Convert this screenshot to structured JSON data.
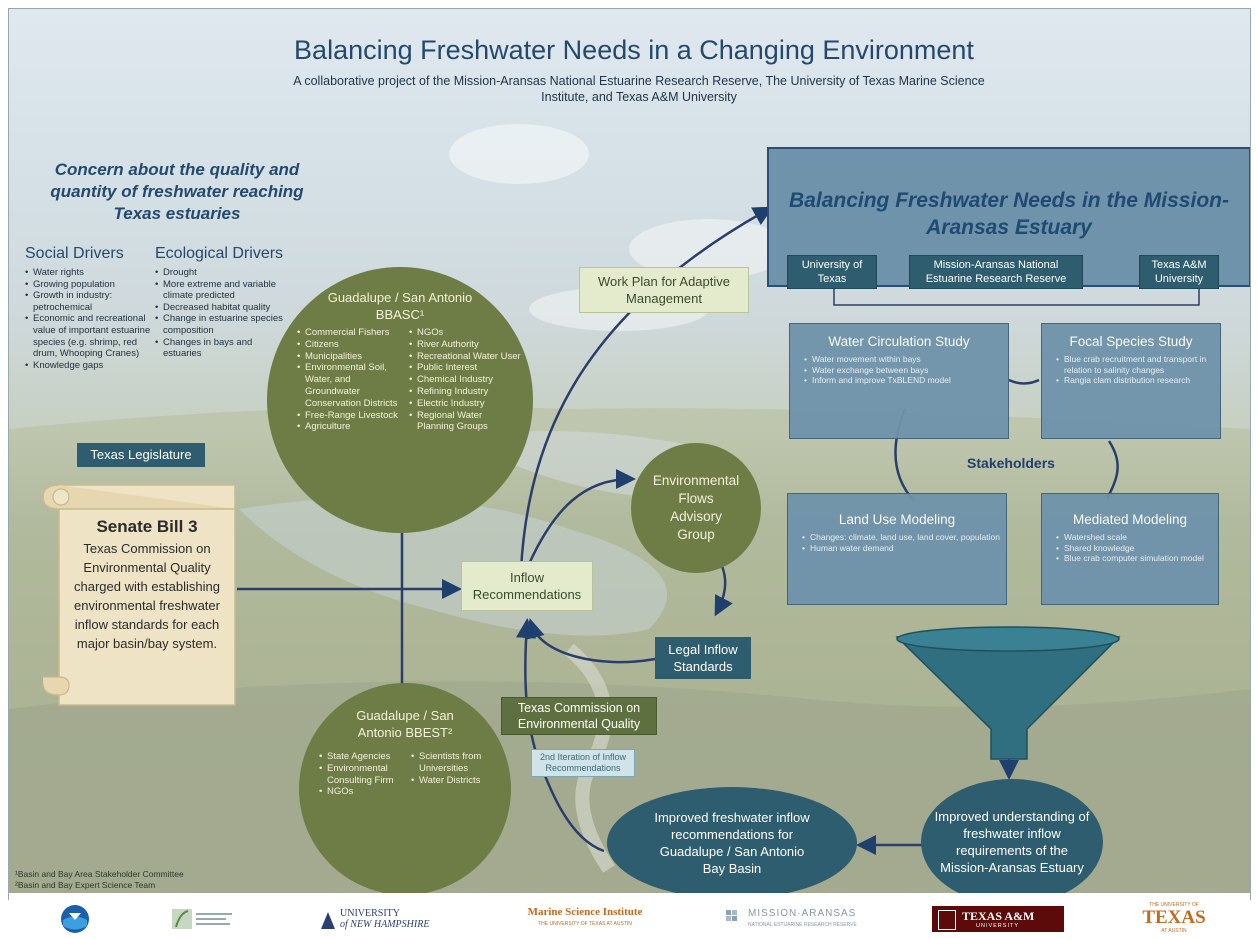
{
  "header": {
    "title": "Balancing Freshwater Needs in a Changing Environment",
    "subtitle": "A collaborative project of the Mission-Aransas National Estuarine Research Reserve, The University of Texas Marine Science Institute, and Texas A&M University"
  },
  "concern": "Concern about the quality and quantity of freshwater reaching Texas estuaries",
  "drivers": {
    "social": {
      "heading": "Social Drivers",
      "items": [
        "Water rights",
        "Growing population",
        "Growth in industry: petrochemical",
        "Economic and recreational value of important estuarine species (e.g. shrimp, red drum, Whooping Cranes)",
        "Knowledge gaps"
      ]
    },
    "ecological": {
      "heading": "Ecological Drivers",
      "items": [
        "Drought",
        "More extreme and variable climate predicted",
        "Decreased habitat quality",
        "Change in estuarine species composition",
        "Changes in bays and estuaries"
      ]
    }
  },
  "legislature": {
    "label": "Texas Legislature",
    "scroll_title": "Senate Bill 3",
    "scroll_text": "Texas Commission on Environmental Quality charged with establishing environmental freshwater inflow standards for each major basin/bay system."
  },
  "bbasc": {
    "title": "Guadalupe / San Antonio BBASC¹",
    "col1": [
      "Commercial Fishers",
      "Citizens",
      "Municipalities",
      "Environmental Soil, Water, and Groundwater Conservation Districts",
      "Free-Range Livestock",
      "Agriculture"
    ],
    "col2": [
      "NGOs",
      "River Authority",
      "Recreational Water User",
      "Public Interest",
      "Chemical Industry",
      "Refining Industry",
      "Electric Industry",
      "Regional Water Planning Groups"
    ]
  },
  "bbest": {
    "title": "Guadalupe / San Antonio BBEST²",
    "col1": [
      "State Agencies",
      "Environmental Consulting Firm",
      "NGOs"
    ],
    "col2": [
      "Scientists from Universities",
      "Water Districts"
    ]
  },
  "flow": {
    "work_plan": "Work Plan for Adaptive Management",
    "inflow_recs": "Inflow Recommendations",
    "efag": "Environmental Flows Advisory Group",
    "legal": "Legal Inflow Standards",
    "tceq": "Texas Commission on Environmental Quality",
    "second_iteration": "2nd Iteration of Inflow Recommendations",
    "improved_recs": "Improved freshwater inflow recommendations for Guadalupe / San Antonio Bay Basin",
    "improved_understanding": "Improved understanding of freshwater inflow requirements of the Mission-Aransas Estuary"
  },
  "project": {
    "title": "Balancing Freshwater Needs in the Mission-Aransas Estuary",
    "partners": [
      "University of Texas",
      "Mission-Aransas National Estuarine Research Reserve",
      "Texas A&M University"
    ]
  },
  "studies": {
    "water": {
      "title": "Water Circulation Study",
      "items": [
        "Water movement within bays",
        "Water exchange between bays",
        "Inform and improve TxBLEND model"
      ]
    },
    "focal": {
      "title": "Focal Species Study",
      "items": [
        "Blue crab recruitment and transport in relation to salinity changes",
        "Rangia clam distribution research"
      ]
    },
    "land": {
      "title": "Land Use Modeling",
      "items": [
        "Changes: climate, land use, land cover, population",
        "Human water demand"
      ]
    },
    "mediated": {
      "title": "Mediated Modeling",
      "items": [
        "Watershed scale",
        "Shared knowledge",
        "Blue crab computer simulation model"
      ]
    },
    "stakeholders": "Stakeholders"
  },
  "footnotes": [
    "¹Basin and Bay Area Stakeholder Committee",
    "²Basin and Bay Expert Science Team"
  ],
  "logos": {
    "unh": [
      "UNIVERSITY",
      "of NEW HAMPSHIRE"
    ],
    "msi": "Marine Science Institute",
    "msi_small": "THE UNIVERSITY OF TEXAS AT AUSTIN",
    "mission": "MISSION·ARANSAS",
    "mission_small": "NATIONAL ESTUARINE RESEARCH RESERVE",
    "tamu": "TEXAS A&M",
    "tamu_small": "UNIVERSITY",
    "ut_top": "THE UNIVERSITY OF",
    "ut": "TEXAS",
    "ut_bottom": "AT AUSTIN"
  },
  "colors": {
    "title_blue": "#24496d",
    "olive": "#6e7d46",
    "teal": "#2d5d6e",
    "study_blue": "#6f93ab",
    "light_green": "#e4ebcd",
    "scroll": "#eee3c4"
  }
}
